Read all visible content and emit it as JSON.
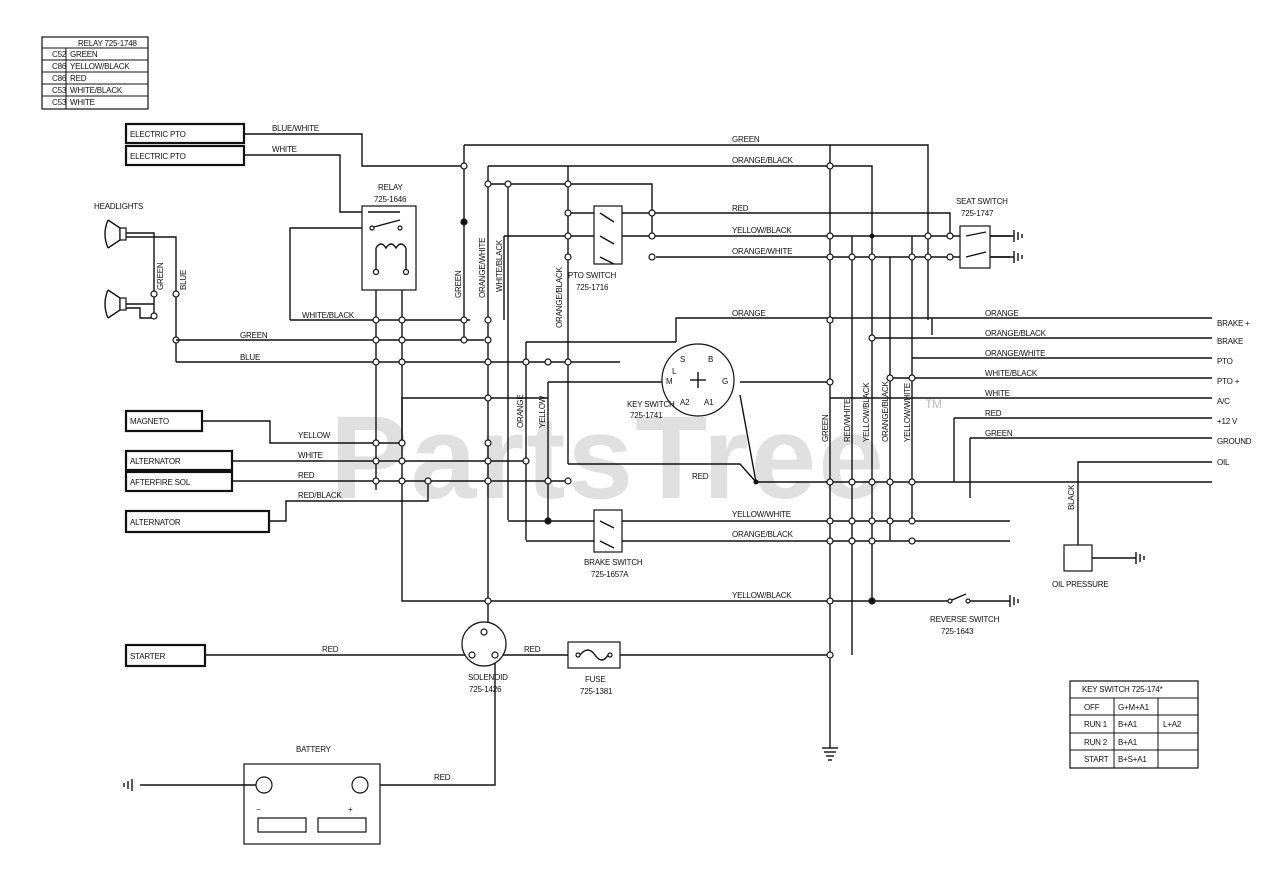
{
  "relay_table": {
    "title": "RELAY 725-1748",
    "rows": [
      {
        "pin": "C52",
        "color": "GREEN"
      },
      {
        "pin": "C86",
        "color": "YELLOW/BLACK"
      },
      {
        "pin": "C86",
        "color": "RED"
      },
      {
        "pin": "C53",
        "color": "WHITE/BLACK"
      },
      {
        "pin": "C53",
        "color": "WHITE"
      }
    ]
  },
  "components": {
    "electric_pto_1": "ELECTRIC PTO",
    "electric_pto_2": "ELECTRIC PTO",
    "headlights": "HEADLIGHTS",
    "relay": "RELAY",
    "relay_part": "725-1646",
    "pto_switch": "PTO SWITCH",
    "pto_switch_part": "725-1716",
    "seat_switch": "SEAT SWITCH",
    "seat_switch_part": "725-1747",
    "key_switch": "KEY SWITCH",
    "key_switch_part": "725-1741",
    "magneto": "MAGNETO",
    "alternator_1": "ALTERNATOR",
    "afterfire_sol": "AFTERFIRE SOL",
    "alternator_2": "ALTERNATOR",
    "brake_switch": "BRAKE SWITCH",
    "brake_switch_part": "725-1657A",
    "oil_pressure": "OIL PRESSURE",
    "reverse_switch": "REVERSE SWITCH",
    "reverse_switch_part": "725-1643",
    "starter": "STARTER",
    "solenoid": "SOLENOID",
    "solenoid_part": "725-1426",
    "fuse": "FUSE",
    "fuse_part": "725-1381",
    "battery": "BATTERY",
    "battery_neg": "−",
    "battery_pos": "+"
  },
  "key_terminals": {
    "s": "S",
    "b": "B",
    "l": "L",
    "m": "M",
    "g": "G",
    "a2": "A2",
    "a1": "A1"
  },
  "wire_labels": {
    "blue_white": "BLUE/WHITE",
    "white_pto": "WHITE",
    "green_top": "GREEN",
    "orange_black_top": "ORANGE/BLACK",
    "red_pto": "RED",
    "yellow_black_pto": "YELLOW/BLACK",
    "orange_white_pto": "ORANGE/WHITE",
    "orange_top": "ORANGE",
    "green_head": "GREEN",
    "blue_head": "BLUE",
    "green_left": "GREEN",
    "blue_left": "BLUE",
    "white_black_relay": "WHITE/BLACK",
    "green_v1": "GREEN",
    "orange_white_v": "ORANGE/WHITE",
    "white_black_v": "WHITE/BLACK",
    "orange_black_v": "ORANGE/BLACK",
    "orange_v": "ORANGE",
    "yellow_v": "YELLOW",
    "green_v2": "GREEN",
    "red_white_v": "RED/WHITE",
    "yellow_black_v": "YELLOW/BLACK",
    "orange_black_v2": "ORANGE/BLACK",
    "yellow_white_v": "YELLOW/WHITE",
    "yellow_mag": "YELLOW",
    "white_alt": "WHITE",
    "red_after": "RED",
    "red_black_alt": "RED/BLACK",
    "red_key": "RED",
    "yellow_white_brake": "YELLOW/WHITE",
    "orange_black_brake": "ORANGE/BLACK",
    "yellow_black_rev": "YELLOW/BLACK",
    "red_starter": "RED",
    "red_fuse": "RED",
    "red_battery": "RED",
    "black_oil": "BLACK",
    "r_orange": "ORANGE",
    "r_orange_black": "ORANGE/BLACK",
    "r_orange_white": "ORANGE/WHITE",
    "r_white_black": "WHITE/BLACK",
    "r_white": "WHITE",
    "r_red": "RED",
    "r_green": "GREEN"
  },
  "connector_labels": [
    "BRAKE +",
    "BRAKE",
    "PTO",
    "PTO +",
    "A/C",
    "+12 V",
    "GROUND",
    "OIL"
  ],
  "key_switch_table": {
    "title": "KEY SWITCH 725-174*",
    "rows": [
      {
        "pos": "OFF",
        "c1": "G+M+A1",
        "c2": ""
      },
      {
        "pos": "RUN 1",
        "c1": "B+A1",
        "c2": "L+A2"
      },
      {
        "pos": "RUN 2",
        "c1": "B+A1",
        "c2": ""
      },
      {
        "pos": "START",
        "c1": "B+S+A1",
        "c2": ""
      }
    ]
  },
  "watermark": "PartsTree",
  "trademark": "TM"
}
